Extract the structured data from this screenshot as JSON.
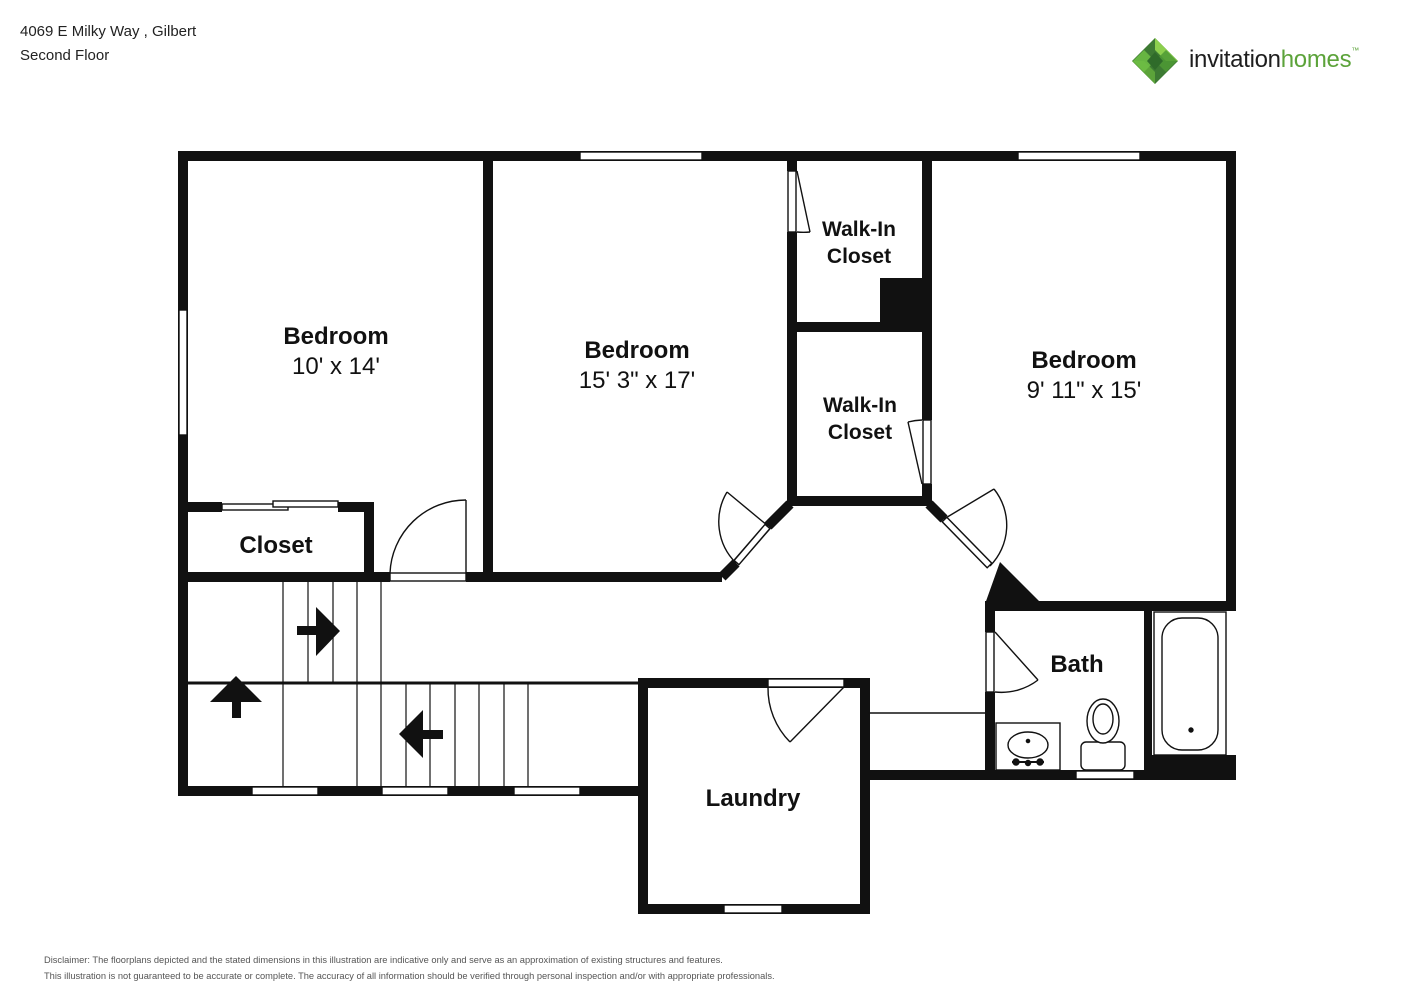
{
  "header": {
    "address": "4069 E Milky Way , Gilbert",
    "floor": "Second Floor"
  },
  "brand": {
    "name_part1": "invitation",
    "name_part2": "homes",
    "trademark": "™",
    "colors": {
      "dark_green": "#3d7a33",
      "mid_green": "#5ca33a",
      "light_green": "#8ccf4d",
      "text": "#1e1e1e"
    }
  },
  "rooms": {
    "bedroom1": {
      "name": "Bedroom",
      "dims": "10' x 14'"
    },
    "bedroom2": {
      "name": "Bedroom",
      "dims": "15' 3\" x 17'"
    },
    "bedroom3": {
      "name": "Bedroom",
      "dims": "9' 11\" x 15'"
    },
    "walkin1": {
      "line1": "Walk-In",
      "line2": "Closet"
    },
    "walkin2": {
      "line1": "Walk-In",
      "line2": "Closet"
    },
    "closet": {
      "name": "Closet"
    },
    "bath": {
      "name": "Bath"
    },
    "laundry": {
      "name": "Laundry"
    }
  },
  "disclaimer": {
    "line1": "Disclaimer: The floorplans depicted and the stated dimensions in this illustration are indicative only and serve as an approximation of existing structures and features.",
    "line2": "This illustration is not guaranteed to be accurate or complete. The accuracy of all information should be verified through personal inspection and/or with appropriate professionals."
  },
  "colors": {
    "wall": "#111111",
    "background": "#ffffff"
  }
}
